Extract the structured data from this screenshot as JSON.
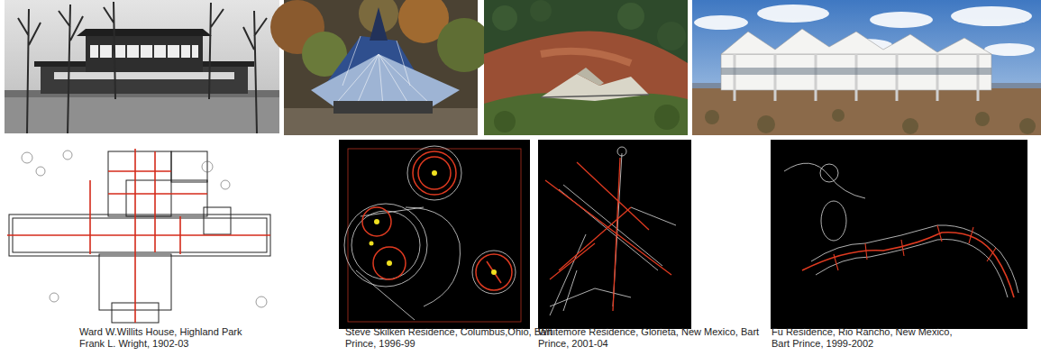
{
  "diagram": {
    "labels": [
      "Ward W.Willits House, Highland Park Frank L. Wright, 1902-03",
      "Steve Skilken Residence, Columbus,Ohio, Bart Prince, 1996-99",
      "Whitemore Residence, Glorieta, New Mexico, Bart Prince, 2001-04",
      "Fu Residence, Rio Rancho, New Mexico, Bart Prince, 1999-2002"
    ]
  }
}
